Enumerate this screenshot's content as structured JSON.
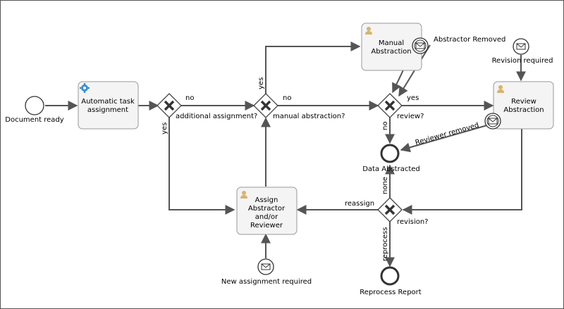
{
  "diagram": {
    "tasks": {
      "automatic": {
        "line1": "Automatic task",
        "line2": "assignment",
        "icon": "gear-icon"
      },
      "manual": {
        "line1": "Manual",
        "line2": "Abstraction",
        "icon": "user-icon"
      },
      "review": {
        "line1": "Review",
        "line2": "Abstraction",
        "icon": "user-icon"
      },
      "assign": {
        "line1": "Assign",
        "line2": "Abstractor",
        "line3": "and/or",
        "line4": "Reviewer",
        "icon": "user-icon"
      }
    },
    "events": {
      "start": "Document ready",
      "data_abstracted": "Data Abstracted",
      "reprocess_report": "Reprocess Report",
      "abstractor_removed": "Abstractor Removed",
      "revision_required": "Revision required",
      "reviewer_removed": "Reviewer removed",
      "new_assignment_required": "New assignment required"
    },
    "gateways": {
      "additional_assignment": "additional assignment?",
      "manual_abstraction": "manual abstraction?",
      "review": "review?",
      "revision": "revision?"
    },
    "flow_labels": {
      "no_1": "no",
      "yes_1": "yes",
      "no_2": "no",
      "yes_2": "yes",
      "yes_3": "yes",
      "no_3": "no",
      "none": "none",
      "reassign": "reassign",
      "reprocess": "reprocess"
    },
    "colors": {
      "task_fill": "#f4f4f4",
      "user_icon": "#d9b36a",
      "gear_icon": "#3a8fd6",
      "flow": "#555555"
    }
  }
}
